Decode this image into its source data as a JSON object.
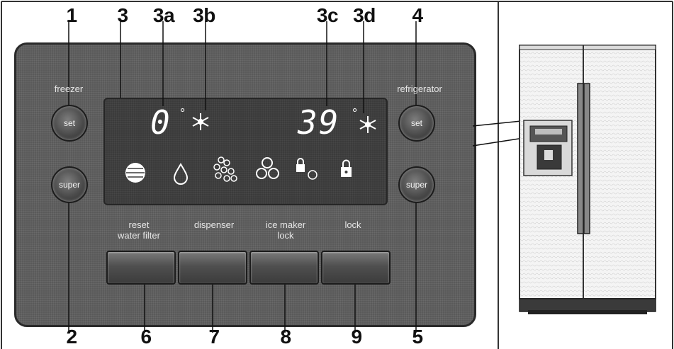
{
  "callouts": {
    "top": [
      "1",
      "3",
      "3a",
      "3b",
      "3c",
      "3d",
      "4"
    ],
    "bottom": [
      "2",
      "6",
      "7",
      "8",
      "9",
      "5"
    ]
  },
  "panel": {
    "freezer_label": "freezer",
    "refrigerator_label": "refrigerator",
    "set_label": "set",
    "super_label": "super",
    "button_labels": {
      "reset_water_filter": "reset\nwater filter",
      "dispenser": "dispenser",
      "ice_maker_lock": "ice maker\nlock",
      "lock": "lock"
    }
  },
  "display": {
    "freezer_temp": "0",
    "refrigerator_temp": "39",
    "degree_symbol": "°"
  },
  "icons": [
    "water-filter-icon",
    "water-drop-icon",
    "ice-cubes-icon",
    "crushed-ice-icon",
    "ice-maker-lock-icon",
    "lock-icon",
    "snowflake-icon"
  ],
  "colors": {
    "panel": "#5a5a5a",
    "display": "#3b3b3b",
    "text_on_panel": "#e6e6e6",
    "callout": "#111111"
  }
}
